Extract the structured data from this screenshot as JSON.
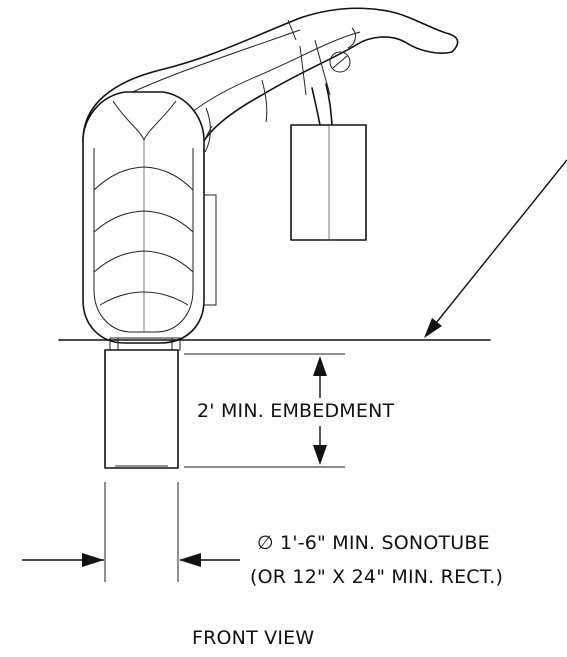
{
  "drawing": {
    "embedment_note": "2' MIN. EMBEDMENT",
    "sonotube_note_line1": "∅ 1'-6\" MIN. SONOTUBE",
    "sonotube_note_line2": "(OR 12\" X 24\" MIN. RECT.)",
    "view_title": "FRONT VIEW"
  }
}
